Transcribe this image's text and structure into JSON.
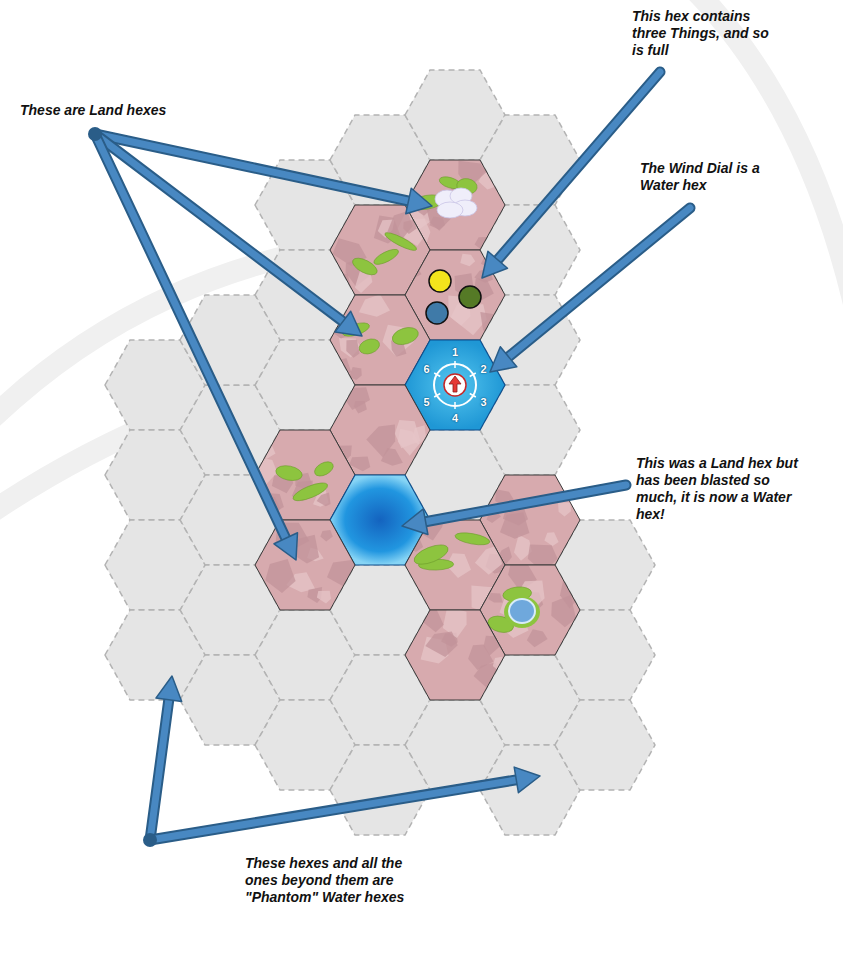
{
  "diagram": {
    "labels": [
      "This hex contains three Things, and so is full",
      "These are Land hexes",
      "The Wind Dial is a Water hex",
      "1",
      "2",
      "3",
      "4",
      "5",
      "6",
      "This was a Land hex but has been blasted so much, it is now a Water hex!",
      "These hexes and all the ones beyond them are \"Phantom\" Water hexes"
    ]
  }
}
